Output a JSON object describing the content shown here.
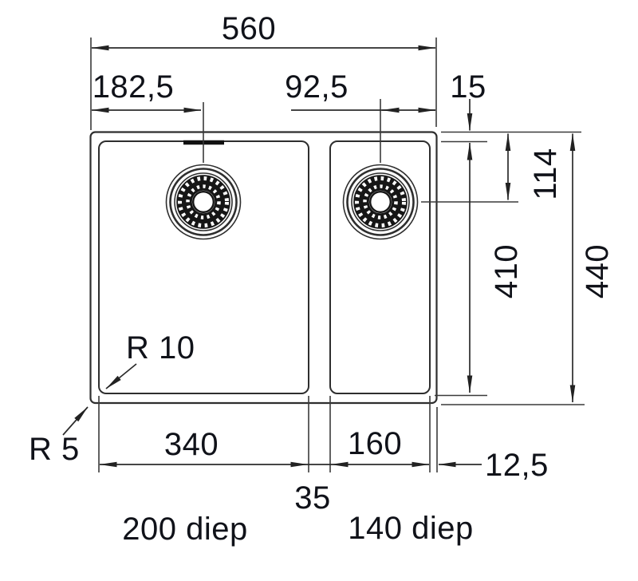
{
  "drawing": {
    "kind": "double-bowl sink dimension drawing",
    "unit_style": "comma-decimal",
    "colors": {
      "line": "#2e2e2e",
      "text": "#101219",
      "background": "#ffffff"
    },
    "dims": {
      "overall_width": "560",
      "left_drain_from_left": "182,5",
      "right_drain_from_right": "92,5",
      "top_rim": "15",
      "drain_center_from_top": "114",
      "bowl_length": "410",
      "overall_length": "440",
      "left_bowl_width": "340",
      "divider": "35",
      "right_bowl_width": "160",
      "right_rim": "12,5"
    },
    "radii": {
      "bowl_corner": "R 10",
      "outer_corner": "R 5"
    },
    "depths": {
      "left_bowl": "200 diep",
      "right_bowl": "140 diep"
    }
  }
}
